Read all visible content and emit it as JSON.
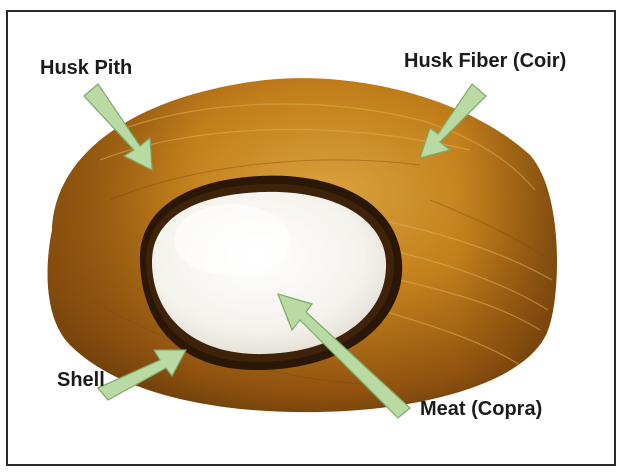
{
  "labels": {
    "husk_pith": "Husk Pith",
    "husk_fiber": "Husk Fiber (Coir)",
    "shell": "Shell",
    "meat": "Meat (Copra)"
  },
  "colors": {
    "husk_outer": "#b8700f",
    "husk_light": "#d9a23e",
    "husk_dark": "#6a3d0a",
    "shell_dark": "#2b1706",
    "meat_white": "#f7f6f2",
    "arrow_fill": "#b9dba3",
    "arrow_stroke": "#7fa86a",
    "label_text": "#1b1b1b",
    "frame_border": "#2a2a2a"
  }
}
